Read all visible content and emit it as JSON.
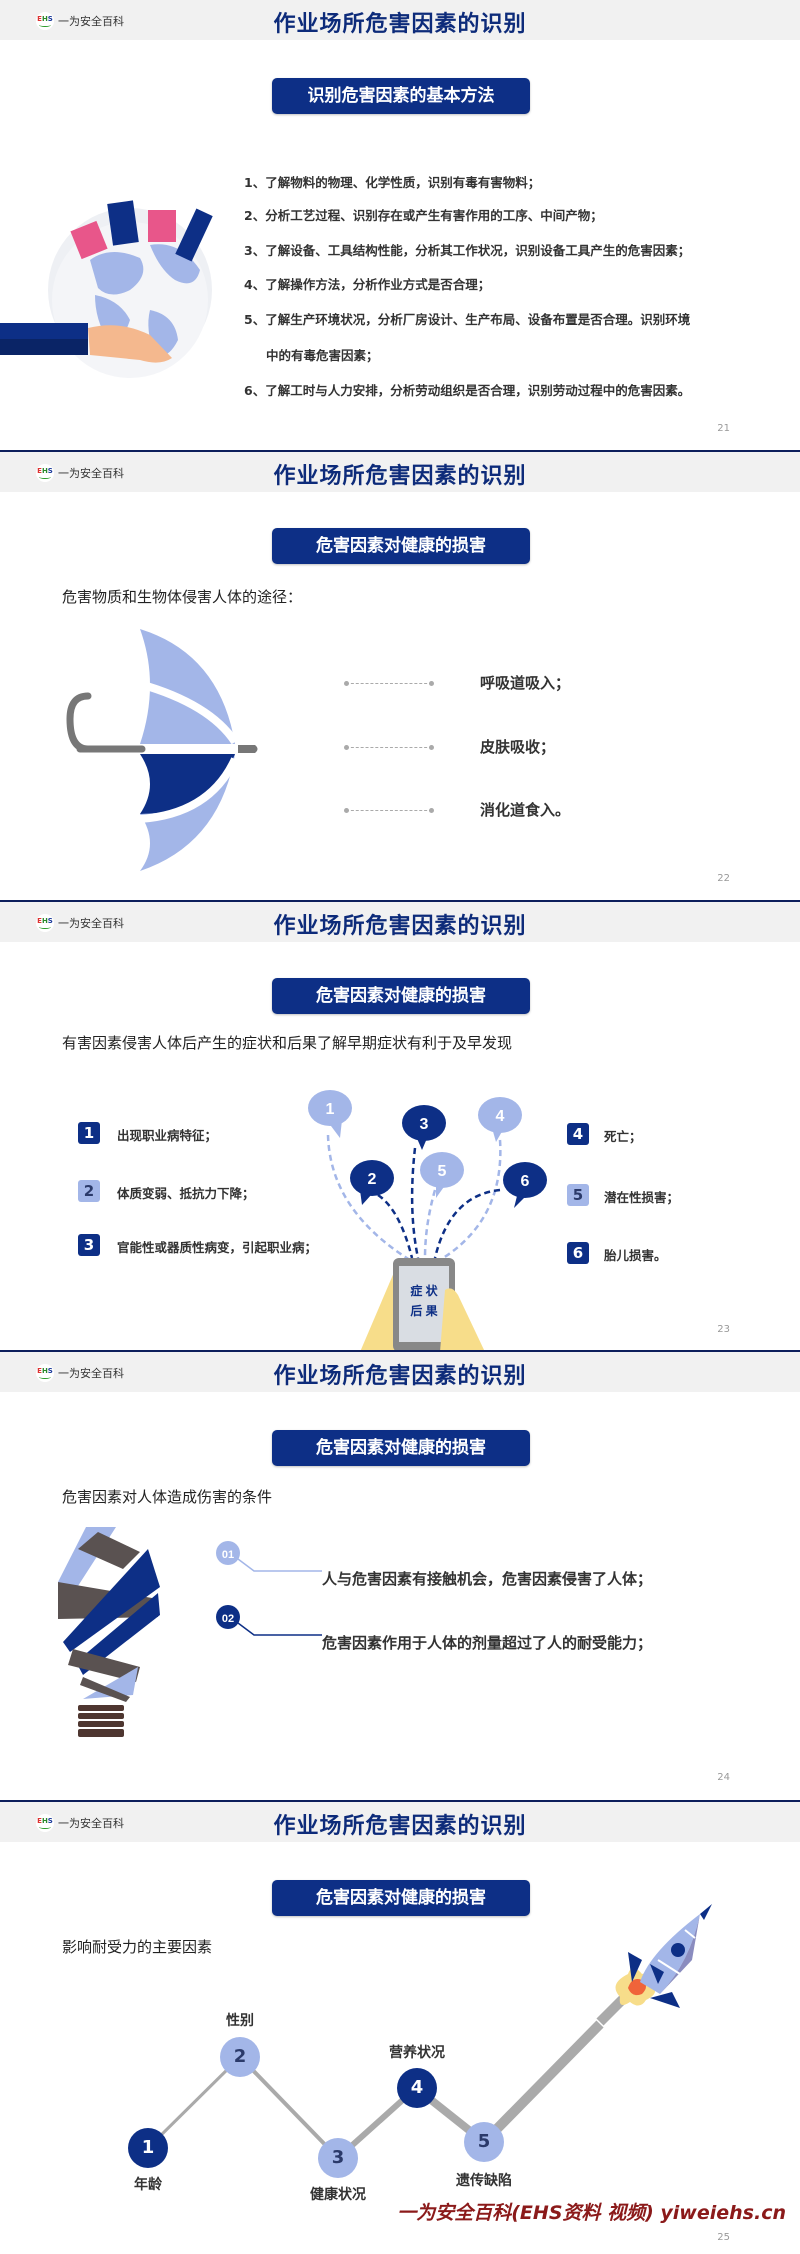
{
  "header": {
    "logo_badge": [
      "E",
      "H",
      "S"
    ],
    "logo_text": "一为安全百科",
    "title": "作业场所危害因素的识别"
  },
  "slides": [
    {
      "page": "21",
      "pill": "识别危害因素的基本方法",
      "illustration": "globe-in-hand-with-buildings",
      "items": [
        "1、了解物料的物理、化学性质，识别有毒有害物料；",
        "2、分析工艺过程、识别存在或产生有害作用的工序、中间产物；",
        "3、了解设备、工具结构性能，分析其工作状况，识别设备工具产生的危害因素；",
        "4、了解操作方法，分析作业方式是否合理；",
        "5、了解生产环境状况，分析厂房设计、生产布局、设备布置是否合理。识别环境",
        "中的有毒危害因素；",
        "6、了解工时与人力安排，分析劳动组织是否合理，识别劳动过程中的危害因素。"
      ]
    },
    {
      "page": "22",
      "pill": "危害因素对健康的损害",
      "subhead": "危害物质和生物体侵害人体的途径：",
      "illustration": "umbrella",
      "routes": [
        "呼吸道吸入；",
        "皮肤吸收；",
        "消化道食入。"
      ]
    },
    {
      "page": "23",
      "pill": "危害因素对健康的损害",
      "subhead": "有害因素侵害人体后产生的症状和后果了解早期症状有利于及早发现",
      "symptoms_left": [
        {
          "num": "1",
          "text": "出现职业病特征；",
          "style": "dark"
        },
        {
          "num": "2",
          "text": "体质变弱、抵抗力下降；",
          "style": "light"
        },
        {
          "num": "3",
          "text": "官能性或器质性病变，引起职业病；",
          "style": "dark"
        }
      ],
      "symptoms_right": [
        {
          "num": "4",
          "text": "死亡；",
          "style": "dark"
        },
        {
          "num": "5",
          "text": "潜在性损害；",
          "style": "light"
        },
        {
          "num": "6",
          "text": "胎儿损害。",
          "style": "dark"
        }
      ],
      "bubbles": [
        "1",
        "2",
        "3",
        "4",
        "5",
        "6"
      ],
      "tablet_text": [
        "症 状",
        "后 果"
      ]
    },
    {
      "page": "24",
      "pill": "危害因素对健康的损害",
      "subhead": "危害因素对人体造成伤害的条件",
      "illustration": "lightbulb",
      "conditions": [
        {
          "num": "01",
          "text": "人与危害因素有接触机会，危害因素侵害了人体；"
        },
        {
          "num": "02",
          "text": "危害因素作用于人体的剂量超过了人的耐受能力；"
        }
      ]
    },
    {
      "page": "25",
      "pill": "危害因素对健康的损害",
      "subhead": "影响耐受力的主要因素",
      "factors": [
        {
          "num": "1",
          "label": "年龄",
          "style": "dark"
        },
        {
          "num": "2",
          "label": "性别",
          "style": "light"
        },
        {
          "num": "3",
          "label": "健康状况",
          "style": "light"
        },
        {
          "num": "4",
          "label": "营养状况",
          "style": "dark"
        },
        {
          "num": "5",
          "label": "遗传缺陷",
          "style": "light"
        }
      ],
      "illustration": "rocket",
      "watermark": "一为安全百科(EHS资料 视频) yiweiehs.cn"
    }
  ],
  "colors": {
    "navy": "#0d2f86",
    "light_blue": "#a3b6e8",
    "header_bg": "#f1f1f1",
    "watermark": "#8b1a1a"
  }
}
